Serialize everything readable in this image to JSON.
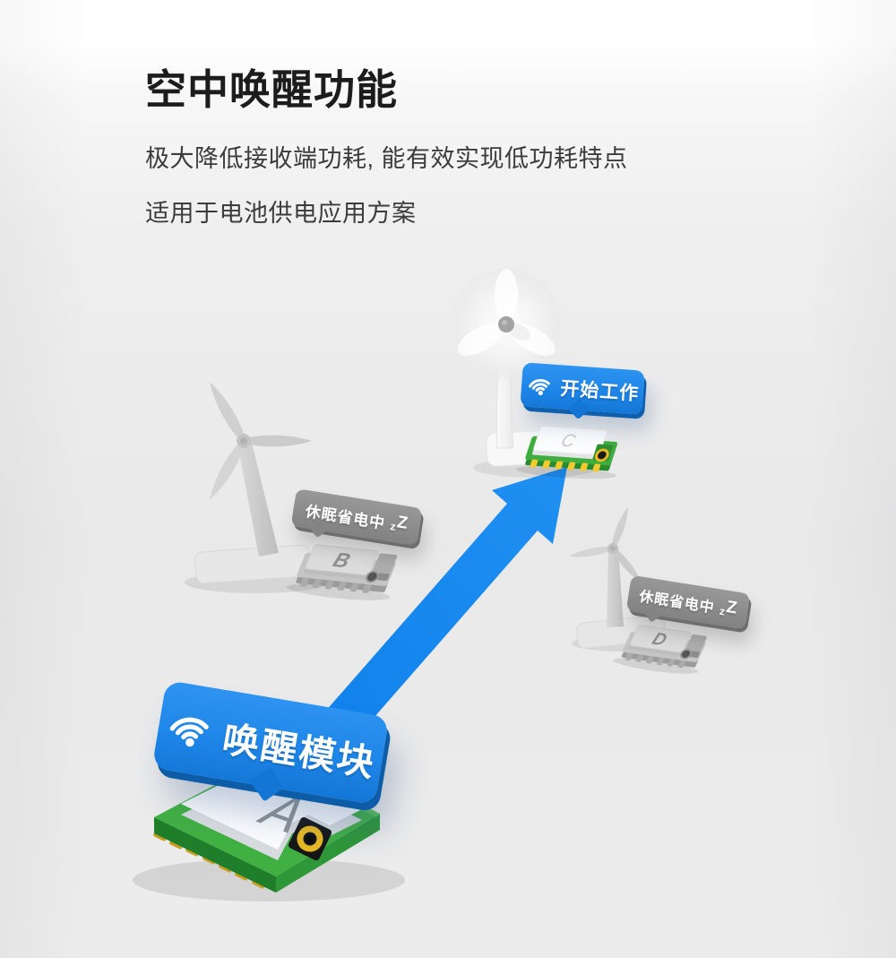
{
  "header": {
    "title": "空中唤醒功能",
    "subtitle1": "极大降低接收端功耗, 能有效实现低功耗特点",
    "subtitle2": "适用于电池供电应用方案"
  },
  "bubbles": {
    "wake": "唤醒模块",
    "start": "开始工作",
    "sleep": "休眠省电中",
    "sleep_z_small": "z",
    "sleep_z_big": "Z"
  },
  "modules": {
    "a": "A",
    "b": "B",
    "c": "C",
    "d": "D"
  },
  "icons": {
    "wifi": "wifi-icon"
  },
  "colors": {
    "accent_blue": "#1e86e8",
    "accent_blue_dark": "#0d5ca8",
    "arrow_blue": "#1287ec",
    "sleep_gray": "#8e8e8e",
    "pcb_green": "#41b043",
    "pin_gold": "#f2ca2f",
    "title_text": "#1c1c1c",
    "body_text": "#3c3c3c"
  }
}
